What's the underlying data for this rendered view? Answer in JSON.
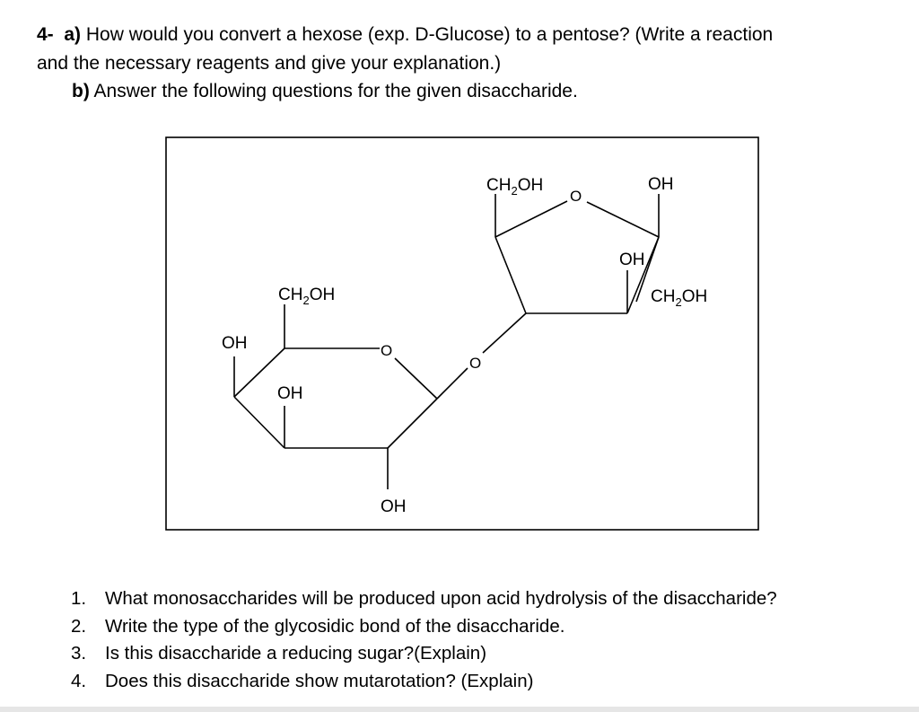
{
  "question": {
    "a_prefix": "4-",
    "a_marker": "a)",
    "a_line1": "How would you convert a hexose (exp. D-Glucose) to a pentose? (Write a reaction",
    "a_line2": "and the necessary reagents and give your explanation.)",
    "b_marker": "b)",
    "b_text": "Answer the following questions for the given disaccharide."
  },
  "structure": {
    "hexose": {
      "ch2oh_main": "CH",
      "ch2oh_sub": "2",
      "ch2oh_tail": "OH",
      "oh_left": "OH",
      "oh_inner": "OH",
      "oh_bottom": "OH",
      "ring_o": "O"
    },
    "link_o": "O",
    "pentose": {
      "ch2oh_top_main": "CH",
      "ch2oh_top_sub": "2",
      "ch2oh_top_tail": "OH",
      "ring_o": "O",
      "oh_top": "OH",
      "oh_inner": "OH",
      "ch2oh_right_main": "CH",
      "ch2oh_right_sub": "2",
      "ch2oh_right_tail": "OH"
    }
  },
  "questions": [
    {
      "num": "1.",
      "text": "What monosaccharides will be produced upon acid hydrolysis of the disaccharide?"
    },
    {
      "num": "2.",
      "text": "Write the type of the glycosidic bond of the disaccharide."
    },
    {
      "num": "3.",
      "text": "Is this disaccharide a reducing sugar?(Explain)"
    },
    {
      "num": "4.",
      "text": "Does this disaccharide show mutarotation? (Explain)"
    }
  ]
}
